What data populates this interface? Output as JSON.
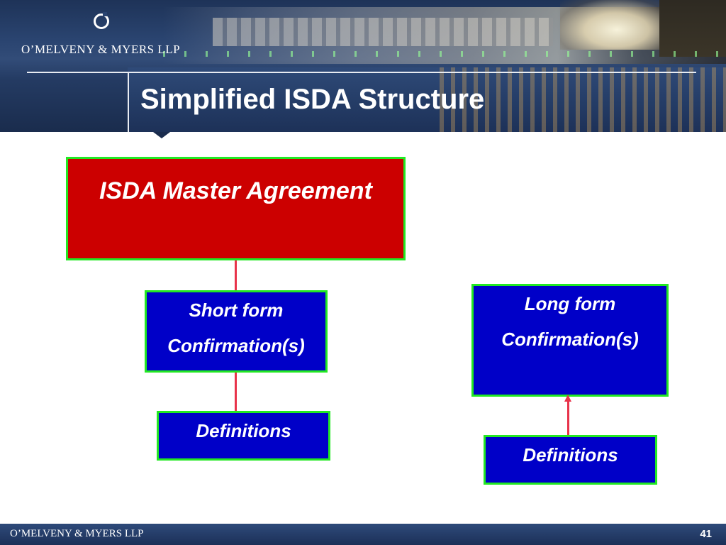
{
  "header": {
    "brand": "O’MELVENY & MYERS LLP",
    "title": "Simplified ISDA Structure"
  },
  "diagram": {
    "master": "ISDA Master Agreement",
    "short_form": [
      "Short form",
      "Confirmation(s)"
    ],
    "long_form": [
      "Long form",
      "Confirmation(s)"
    ],
    "definitions_left": "Definitions",
    "definitions_right": "Definitions"
  },
  "colors": {
    "master_fill": "#cc0000",
    "box_fill": "#0000c8",
    "box_border": "#22e822",
    "connector": "#e8334a"
  },
  "footer": {
    "brand": "O’MELVENY & MYERS LLP",
    "page_number": "41"
  }
}
